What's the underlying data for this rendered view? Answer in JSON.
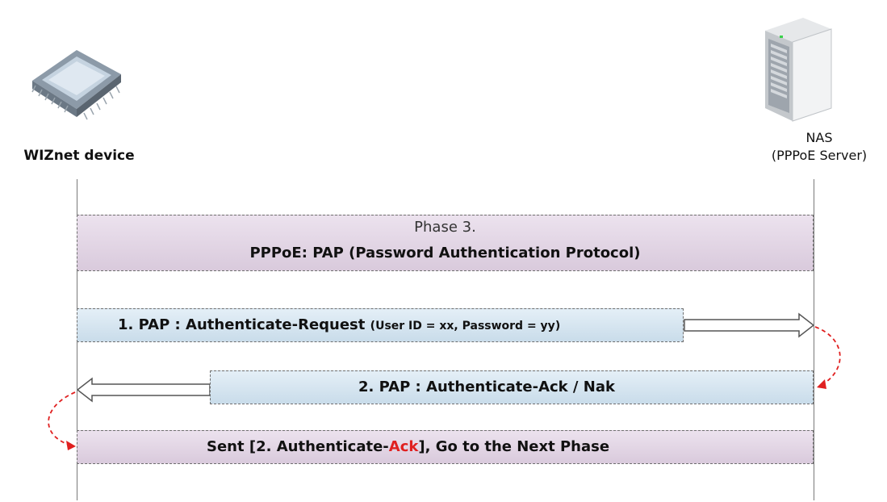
{
  "actors": {
    "client": {
      "label": "WIZnet device",
      "icon": "chip-icon"
    },
    "server": {
      "name": "NAS",
      "role": "(PPPoE Server)",
      "icon": "server-icon"
    }
  },
  "phase": {
    "title": "Phase 3.",
    "subtitle": "PPPoE: PAP (Password Authentication Protocol)"
  },
  "messages": [
    {
      "label": "1. PAP : Authenticate-Request",
      "detail": "(User ID = xx, Password = yy)",
      "direction": "client-to-server"
    },
    {
      "label": "2. PAP : Authenticate-Ack / Nak",
      "direction": "server-to-client"
    }
  ],
  "result": {
    "prefix": "Sent [2. Authenticate-",
    "highlight": "Ack",
    "suffix": "], Go to the Next Phase"
  },
  "colors": {
    "box_lavender": "#e3d7e6",
    "box_blue": "#d6e6f2",
    "highlight_red": "#e02020",
    "dashed_arrow_red": "#e02020"
  }
}
